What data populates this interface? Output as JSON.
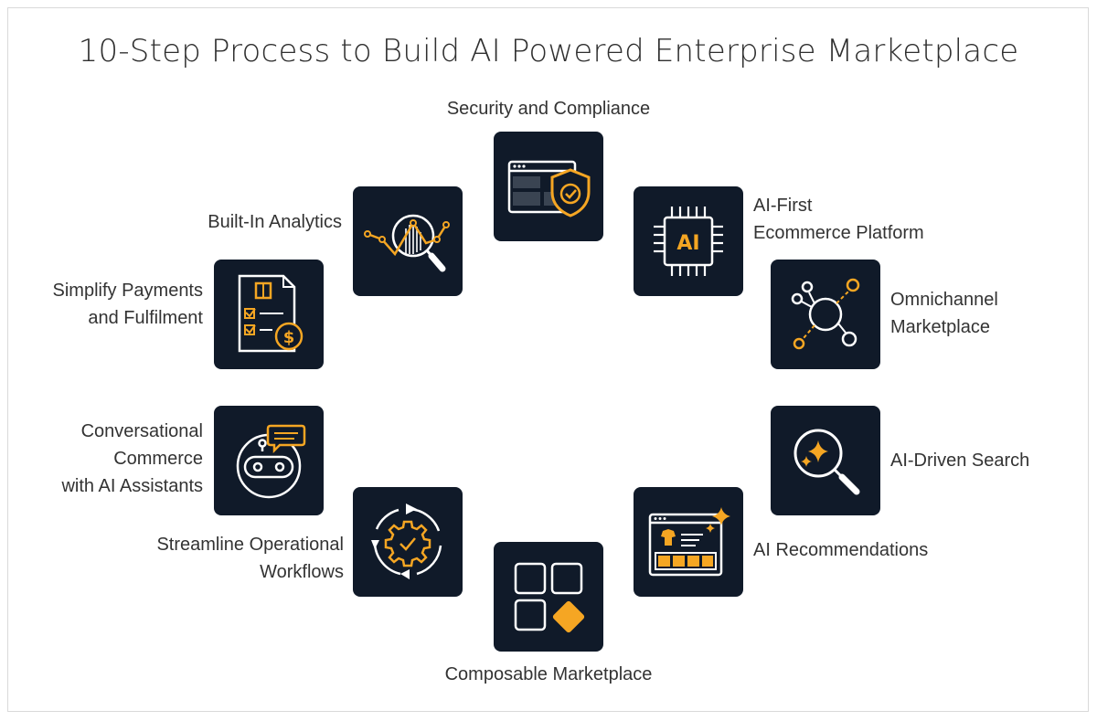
{
  "title": "10-Step Process to Build AI Powered Enterprise Marketplace",
  "colors": {
    "tile": "#101a29",
    "accent": "#f5a623",
    "icon_line": "#ffffff"
  },
  "steps": [
    {
      "label": "Security and Compliance",
      "icon": "browser-shield-icon"
    },
    {
      "label": "AI-First\nEcommerce Platform",
      "icon": "ai-chip-icon"
    },
    {
      "label": "Omnichannel\nMarketplace",
      "icon": "network-hub-icon"
    },
    {
      "label": "AI-Driven Search",
      "icon": "sparkle-search-icon"
    },
    {
      "label": "AI Recommendations",
      "icon": "storefront-sparkle-icon"
    },
    {
      "label": "Composable Marketplace",
      "icon": "modular-blocks-icon"
    },
    {
      "label": "Streamline Operational\nWorkflows",
      "icon": "gear-cycle-icon"
    },
    {
      "label": "Conversational\nCommerce\nwith AI Assistants",
      "icon": "chatbot-icon"
    },
    {
      "label": "Simplify Payments\nand Fulfilment",
      "icon": "invoice-payment-icon"
    },
    {
      "label": "Built-In Analytics",
      "icon": "analytics-magnifier-icon"
    }
  ]
}
